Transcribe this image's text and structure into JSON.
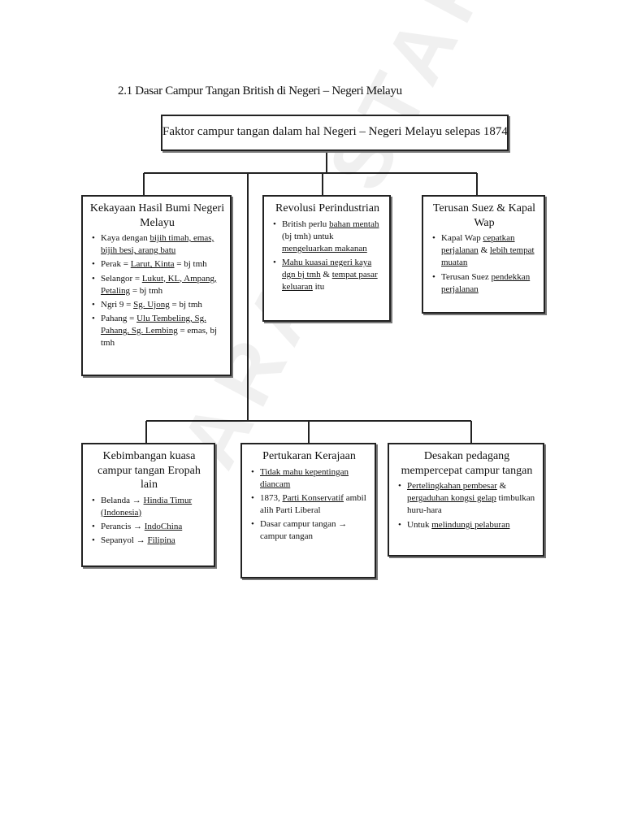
{
  "heading": "2.1 Dasar Campur Tangan British di Negeri – Negeri Melayu",
  "root": "Faktor campur tangan dalam hal Negeri – Negeri Melayu selepas 1874",
  "boxes": {
    "kekayaan": {
      "title": "Kekayaan Hasil Bumi Negeri Melayu",
      "items": [
        [
          "Kaya dengan ",
          {
            "u": "bijih timah, emas, bijih besi, arang batu"
          }
        ],
        [
          "Perak = ",
          {
            "u": "Larut, Kinta"
          },
          " = bj tmh"
        ],
        [
          "Selangor = ",
          {
            "u": "Lukut, KL, Ampang, Petaling"
          },
          " = bj tmh"
        ],
        [
          "Ngri 9 = ",
          {
            "u": "Sg. Ujong"
          },
          " = bj tmh"
        ],
        [
          "Pahang = ",
          {
            "u": "Ulu Tembeling, Sg. Pahang, Sg. Lembing"
          },
          " = emas, bj tmh"
        ]
      ]
    },
    "revolusi": {
      "title": "Revolusi Perindustrian",
      "items": [
        [
          "British perlu ",
          {
            "u": "bahan mentah"
          },
          " (bj tmh) untuk ",
          {
            "u": "mengeluarkan makanan"
          }
        ],
        [
          {
            "u": "Mahu kuasai negeri kaya dgn bj tmh"
          },
          " & ",
          {
            "u": "tempat pasar keluaran"
          },
          " itu"
        ]
      ]
    },
    "terusan": {
      "title": "Terusan Suez & Kapal Wap",
      "items": [
        [
          "Kapal Wap ",
          {
            "u": "cepatkan perjalanan"
          },
          " & ",
          {
            "u": "lebih tempat muatan"
          }
        ],
        [
          "Terusan Suez ",
          {
            "u": "pendekkan perjalanan"
          }
        ]
      ]
    },
    "kebimbangan": {
      "title": "Kebimbangan kuasa campur tangan Eropah lain",
      "items": [
        [
          "Belanda → ",
          {
            "u": "Hindia Timur (Indonesia)"
          }
        ],
        [
          "Perancis → ",
          {
            "u": "IndoChina"
          }
        ],
        [
          "Sepanyol → ",
          {
            "u": "Filipina"
          }
        ]
      ]
    },
    "pertukaran": {
      "title": "Pertukaran Kerajaan",
      "items": [
        [
          {
            "u": "Tidak mahu kepentingan diancam"
          }
        ],
        [
          "1873, ",
          {
            "u": "Parti Konservatif"
          },
          " ambil alih Parti Liberal"
        ],
        [
          "Dasar campur tangan → campur tangan"
        ]
      ]
    },
    "desakan": {
      "title": "Desakan pedagang mempercepat campur tangan",
      "items": [
        [
          {
            "u": "Pertelingkahan pembesar"
          },
          " & ",
          {
            "u": "pergaduhan kongsi gelap"
          },
          " timbulkan huru-hara"
        ],
        [
          "Untuk ",
          {
            "u": "melindungi pelaburan"
          }
        ]
      ]
    }
  }
}
